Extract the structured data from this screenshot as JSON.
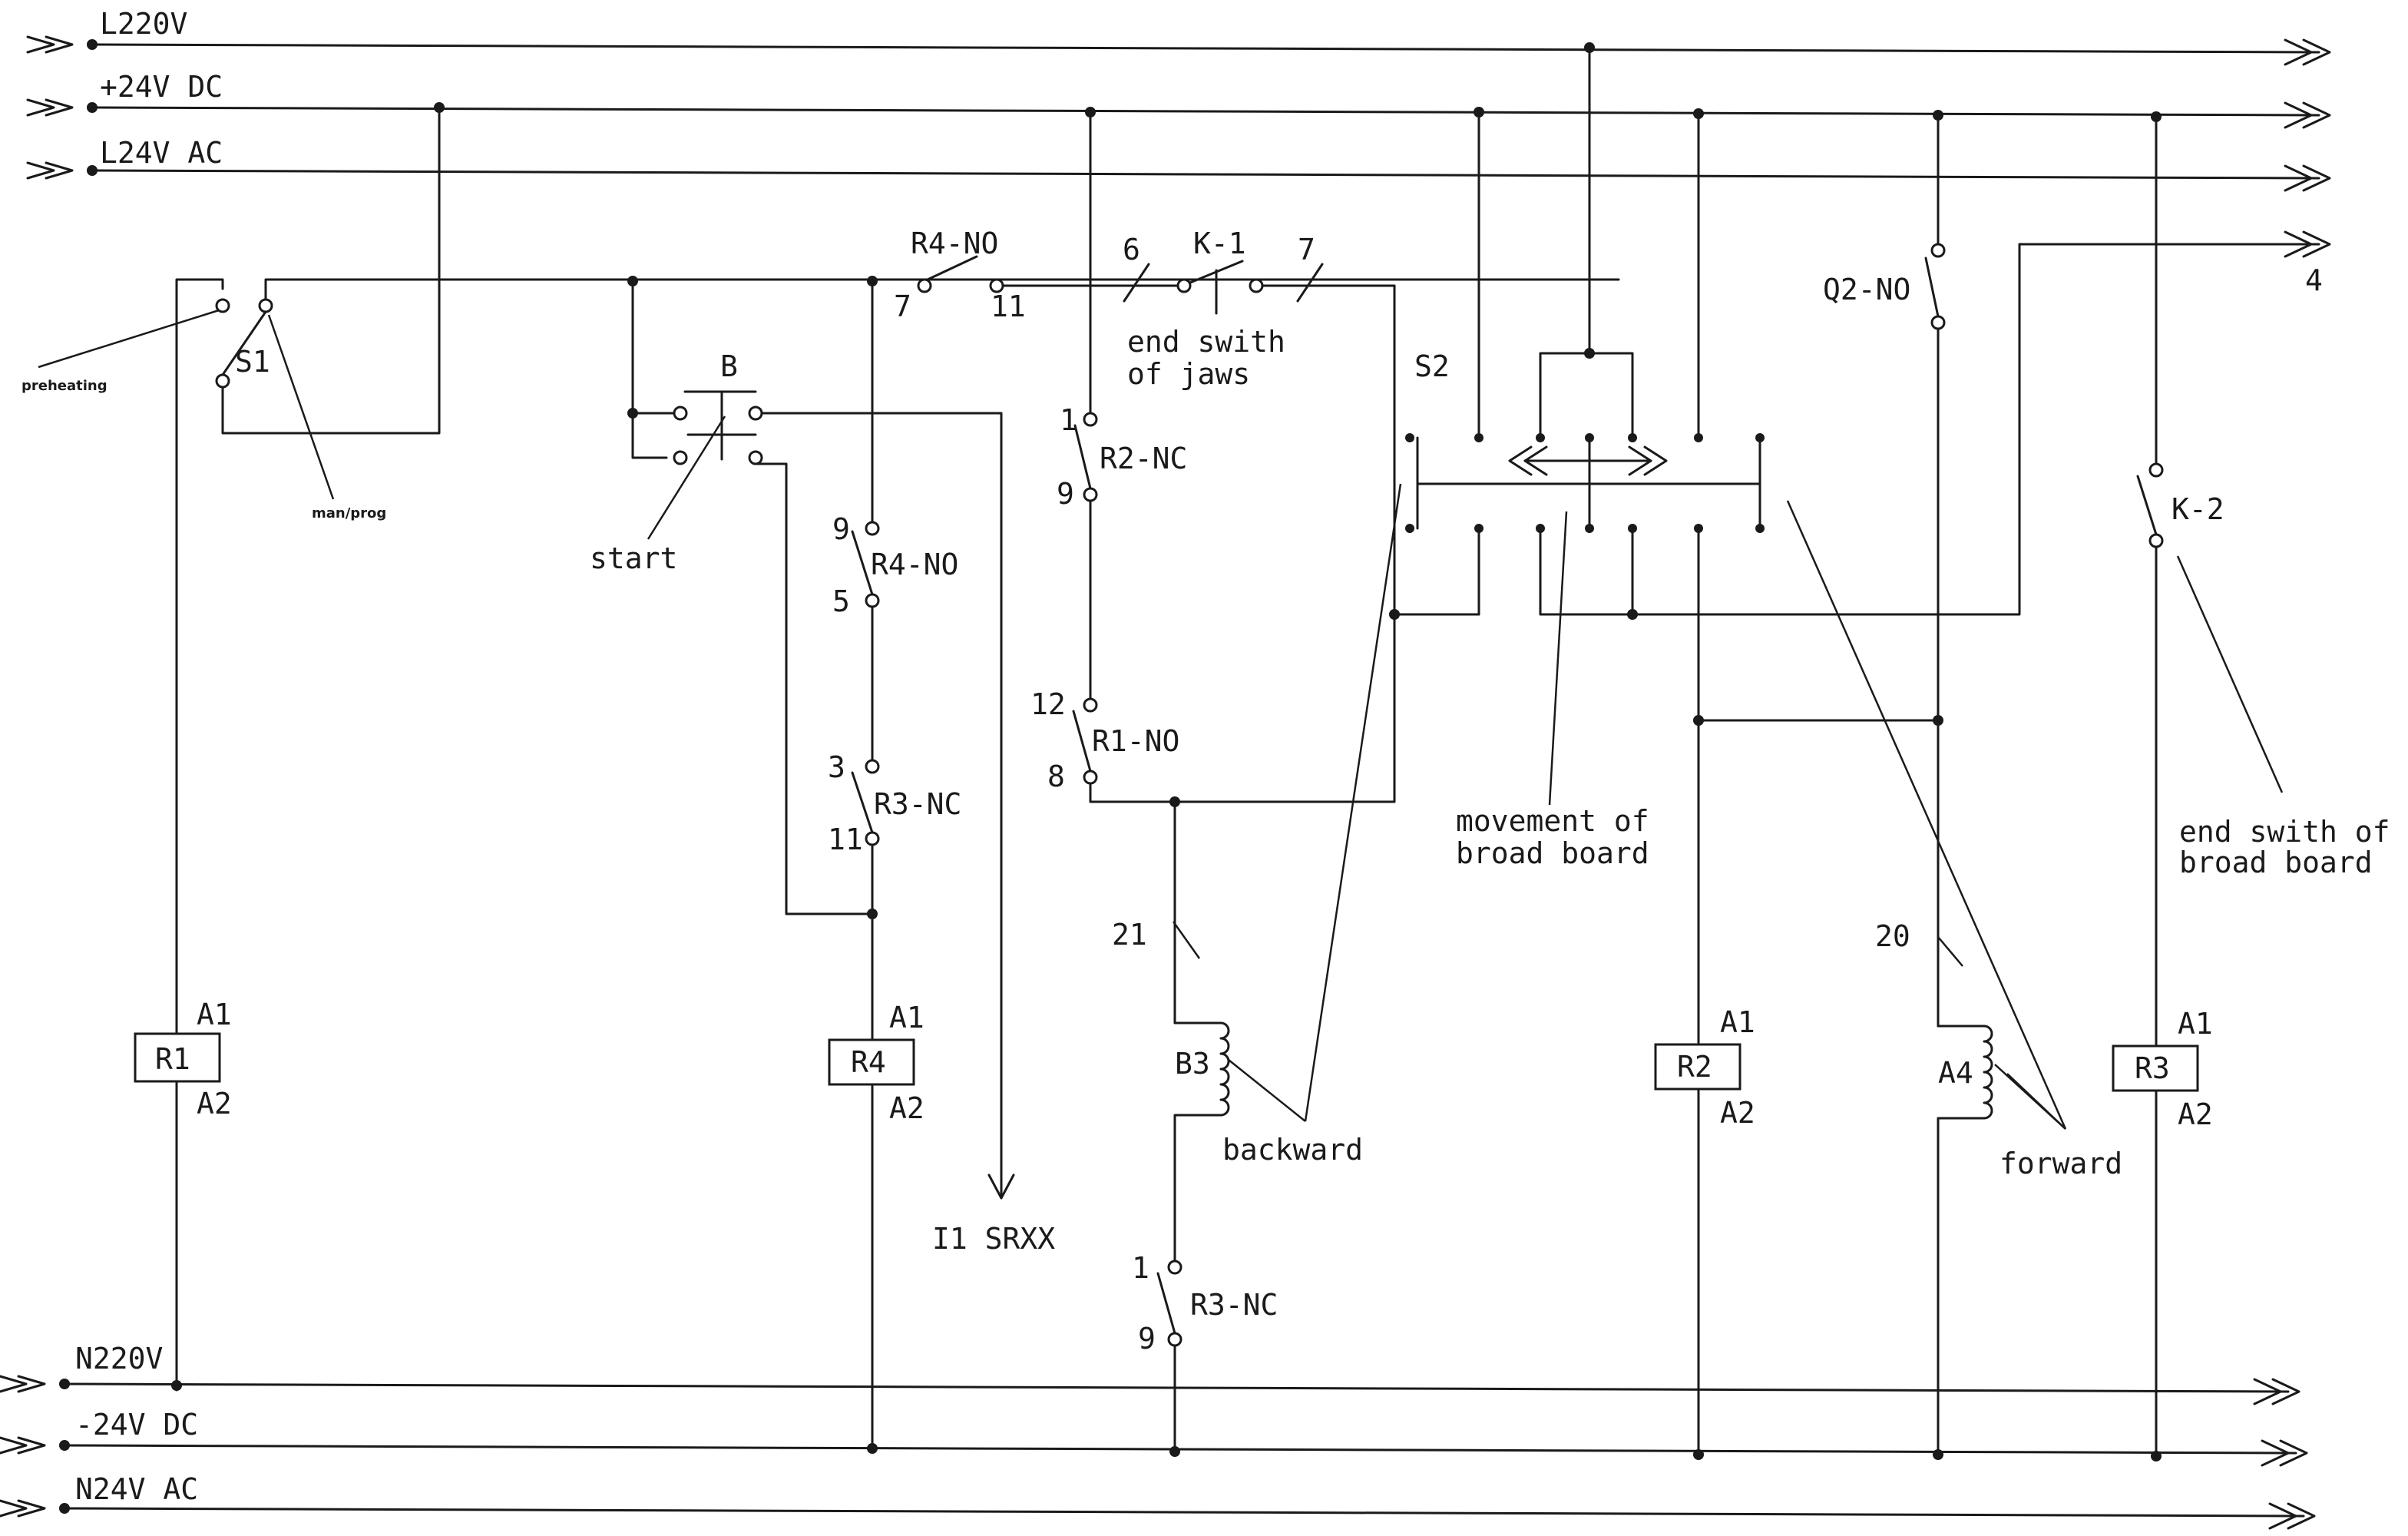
{
  "rails": {
    "l220v": "L220V",
    "p24vdc": "+24V DC",
    "l24vac": "L24V AC",
    "n220v": "N220V",
    "m24vdc": "-24V DC",
    "n24vac": "N24V AC",
    "wire4": "4"
  },
  "switch_s1": {
    "name": "S1",
    "preheating": "preheating",
    "man_prog": "man/prog"
  },
  "button_b": {
    "name": "B",
    "start": "start"
  },
  "contacts": {
    "r4no_top": "R4-NO",
    "r4no_top_in": "7",
    "r4no_top_out": "11",
    "k1": "K-1",
    "k1_in": "6",
    "k1_out": "7",
    "k1_desc_1": "end swith",
    "k1_desc_2": "of jaws",
    "r2nc": "R2-NC",
    "r2nc_1": "1",
    "r2nc_2": "9",
    "r4no_mid": "R4-NO",
    "r4no_mid_1": "9",
    "r4no_mid_2": "5",
    "r3nc_mid": "R3-NC",
    "r3nc_mid_1": "3",
    "r3nc_mid_2": "11",
    "r1no": "R1-NO",
    "r1no_1": "12",
    "r1no_2": "8",
    "r3nc_low": "R3-NC",
    "r3nc_low_1": "1",
    "r3nc_low_2": "9",
    "q2no": "Q2-NO",
    "k2": "K-2",
    "k2_desc_1": "end swith of",
    "k2_desc_2": "broad board"
  },
  "switch_s2": {
    "name": "S2",
    "desc_1": "movement of",
    "desc_2": "broad board"
  },
  "relays": [
    {
      "name": "R1",
      "a1": "A1",
      "a2": "A2"
    },
    {
      "name": "R4",
      "a1": "A1",
      "a2": "A2"
    },
    {
      "name": "R2",
      "a1": "A1",
      "a2": "A2"
    },
    {
      "name": "R3",
      "a1": "A1",
      "a2": "A2"
    }
  ],
  "coils": {
    "b3": "B3",
    "b3_wire": "21",
    "backward": "backward",
    "a4": "A4",
    "a4_wire": "20",
    "forward": "forward"
  },
  "output": {
    "label": "I1 SRXX"
  }
}
